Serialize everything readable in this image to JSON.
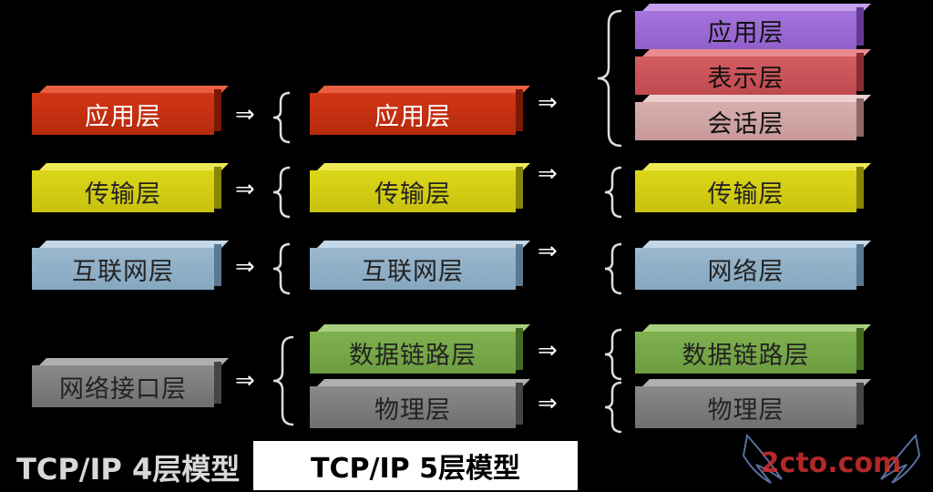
{
  "model4": {
    "application": "应用层",
    "transport": "传输层",
    "internet": "互联网层",
    "network_interface": "网络接口层"
  },
  "model5": {
    "application": "应用层",
    "transport": "传输层",
    "internet": "互联网层",
    "data_link": "数据链路层",
    "physical": "物理层"
  },
  "model7": {
    "application": "应用层",
    "presentation": "表示层",
    "session": "会话层",
    "transport": "传输层",
    "network": "网络层",
    "data_link": "数据链路层",
    "physical": "物理层"
  },
  "captions": {
    "model4": "TCP/IP 4层模型",
    "model5": "TCP/IP 5层模型"
  },
  "watermark_text": "2cto.com",
  "colors": {
    "application": "#c9300f",
    "transport": "#d4cf14",
    "internet": "#90b0c8",
    "network_interface": "#7d7d7d",
    "data_link": "#75a747",
    "physical": "#7d7d7d",
    "presentation": "#c85257",
    "session": "#d1a4a4",
    "application7": "#9b6ad4"
  },
  "icons": {
    "arrow": "double-arrow-right-icon",
    "brace": "left-curly-brace-icon"
  }
}
